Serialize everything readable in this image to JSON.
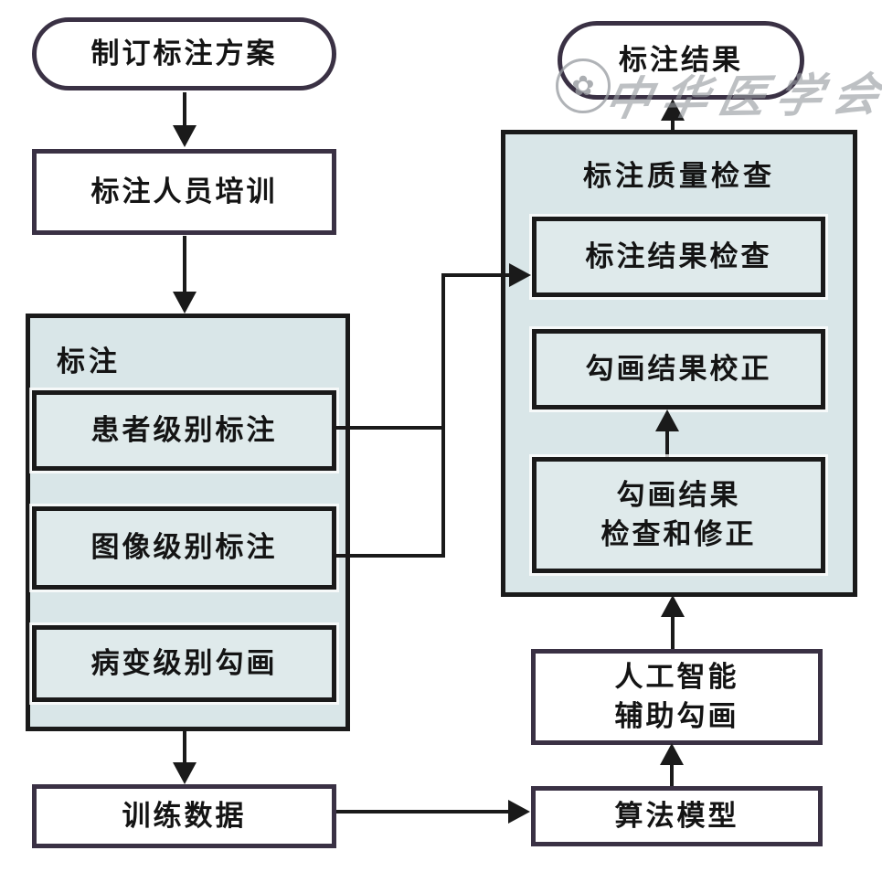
{
  "diagram": {
    "title_hint": "annotation-workflow-flowchart",
    "left": {
      "start": "制订标注方案",
      "training": "标注人员培训",
      "panel_title": "标注",
      "panel_items": [
        {
          "label": "患者级别标注"
        },
        {
          "label": "图像级别标注"
        },
        {
          "label": "病变级别勾画"
        }
      ],
      "training_data": "训练数据"
    },
    "right": {
      "result": "标注结果",
      "panel_title": "标注质量检查",
      "panel_items": [
        {
          "label": "标注结果检查"
        },
        {
          "label": "勾画结果校正"
        },
        {
          "label": "勾画结果\n检查和修正"
        }
      ],
      "ai": "人工智能\n辅助勾画",
      "model": "算法模型"
    },
    "watermark": {
      "text": "中华医学会",
      "seal_glyph": "✿"
    },
    "colors": {
      "panel_fill": "#d9e6e8",
      "inner_fill": "#dfeaeb",
      "panel_border": "#1a1a1a",
      "box_border": "#3a3144",
      "line": "#1a1a1a",
      "text": "#141414",
      "watermark": "#9aa0a5"
    }
  }
}
